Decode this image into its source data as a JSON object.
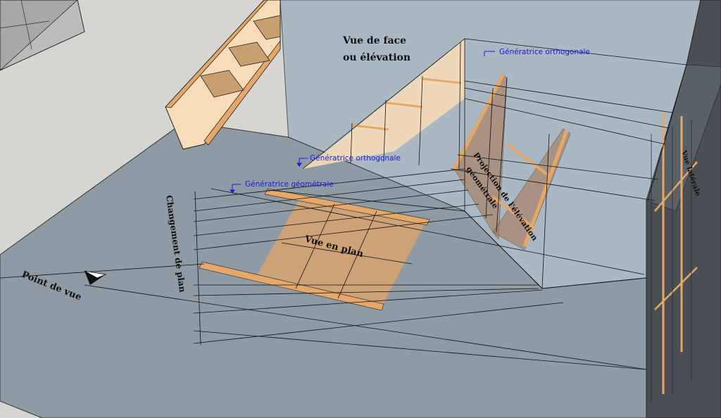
{
  "labels": {
    "front_view_line1": "Vue de face",
    "front_view_line2": "ou élévation",
    "gen_ortho_top": "Génératrice orthogonale",
    "gen_ortho_mid": "Génératrice orthogonale",
    "gen_geom": "Génératrice géométrale",
    "plan_change": "Changement de plan",
    "plan_view": "Vue en plan",
    "viewpoint": "Point de vue",
    "elevation_projection_line1": "Projection de l'élévation",
    "elevation_projection_line2": "géométrale",
    "right_wall": "Vue latérale"
  },
  "colors": {
    "floor": "#8e9ba4",
    "back_wall": "#a9b8c2",
    "right_wall": "#4a4f55",
    "wood": "#e6a868",
    "wood_light": "#f6dcb8",
    "label_blue": "#1b1bd6"
  }
}
